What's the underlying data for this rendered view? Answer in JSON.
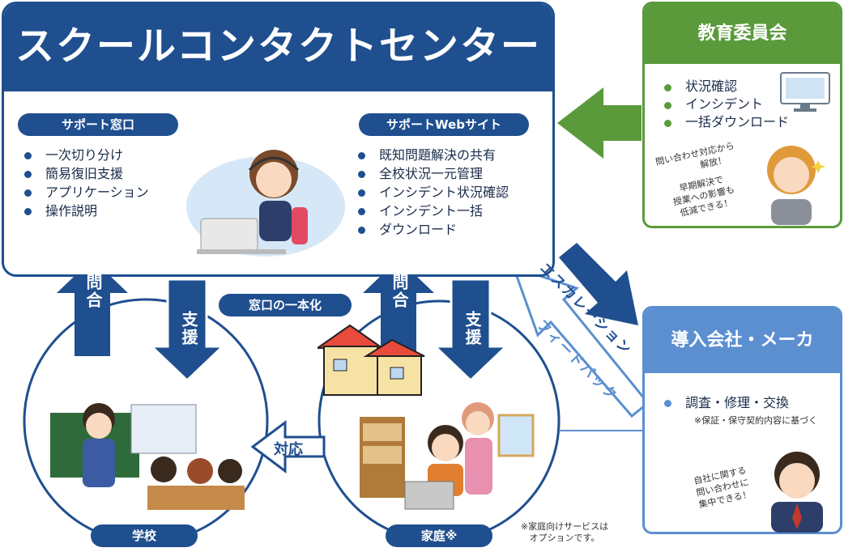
{
  "center": {
    "title": "スクールコンタクトセンター",
    "support_desk": {
      "label": "サポート窓口",
      "items": [
        "一次切り分け",
        "簡易復旧支援",
        "アプリケーション",
        "操作説明"
      ]
    },
    "support_web": {
      "label": "サポートWebサイト",
      "items": [
        "既知問題解決の共有",
        "全校状況一元管理",
        "インシデント状況確認",
        "インシデント一括",
        "ダウンロード"
      ]
    }
  },
  "board": {
    "title": "教育委員会",
    "items": [
      "状況確認",
      "インシデント",
      "一括ダウンロード"
    ],
    "comment_lines": [
      "問い合わせ対応から",
      "解放！",
      "早期解決で",
      "授業への影響も",
      "低減できる！"
    ]
  },
  "vendor": {
    "title": "導入会社・メーカ",
    "items": [
      "調査・修理・交換"
    ],
    "note": "※保証・保守契約内容に基づく",
    "comment_lines": [
      "自社に関する",
      "問い合わせに",
      "集中できる！"
    ]
  },
  "flows": {
    "inquiry": "問合",
    "support": "支援",
    "unify": "窓口の一本化",
    "respond": "対応",
    "escalation": "エスカレーション",
    "feedback": "フィードバック"
  },
  "places": {
    "school": "学校",
    "home": "家庭※",
    "home_note_lines": [
      "※家庭向けサービスは",
      "オプションです。"
    ]
  },
  "colors": {
    "navy": "#1f4f8f",
    "green": "#5a9a3b",
    "light_blue": "#5b8fd0"
  }
}
